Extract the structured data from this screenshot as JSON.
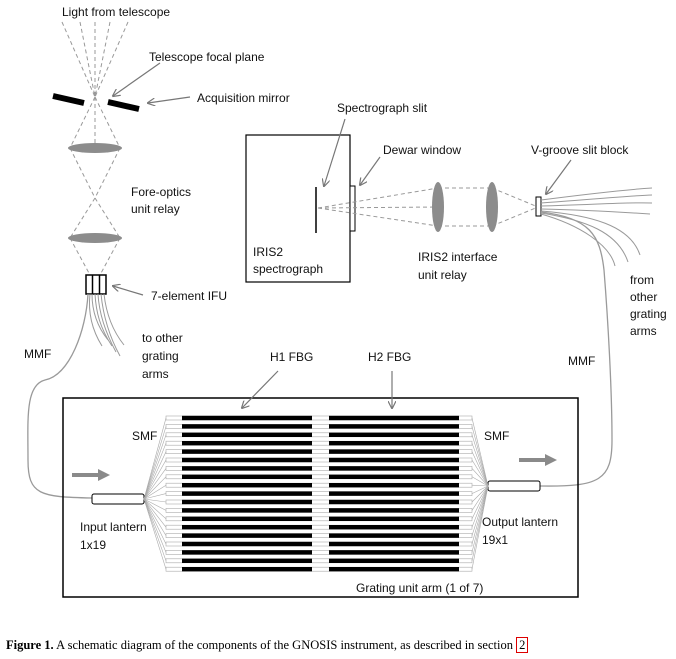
{
  "labels": {
    "light": "Light from telescope",
    "focal_plane": "Telescope focal plane",
    "acq_mirror": "Acquisition mirror",
    "fore_optics_1": "Fore-optics",
    "fore_optics_2": "unit relay",
    "ifu": "7-element IFU",
    "to_other_1": "to other",
    "to_other_2": "grating",
    "to_other_3": "arms",
    "mmf_left": "MMF",
    "spec_slit": "Spectrograph slit",
    "dewar": "Dewar window",
    "vgroove": "V-groove slit block",
    "iris2_spec_1": "IRIS2",
    "iris2_spec_2": "spectrograph",
    "iris2_relay_1": "IRIS2 interface",
    "iris2_relay_2": "unit relay",
    "from_other_1": "from",
    "from_other_2": "other",
    "from_other_3": "grating",
    "from_other_4": "arms",
    "mmf_right": "MMF",
    "h1": "H1 FBG",
    "h2": "H2 FBG",
    "smf_left": "SMF",
    "smf_right": "SMF",
    "input_1": "Input lantern",
    "input_2": "1x19",
    "output_1": "Output lantern",
    "output_2": "19x1",
    "arm": "Grating unit arm (1 of 7)"
  },
  "caption": {
    "figure": "Figure 1.",
    "text": "A schematic diagram of the components of the GNOSIS instrument, as described in section",
    "section": "2"
  },
  "colors": {
    "line": "#000000",
    "fiber": "#9a9a9a",
    "lens": "#8c8c8c",
    "arrow": "#8a8a8a"
  }
}
